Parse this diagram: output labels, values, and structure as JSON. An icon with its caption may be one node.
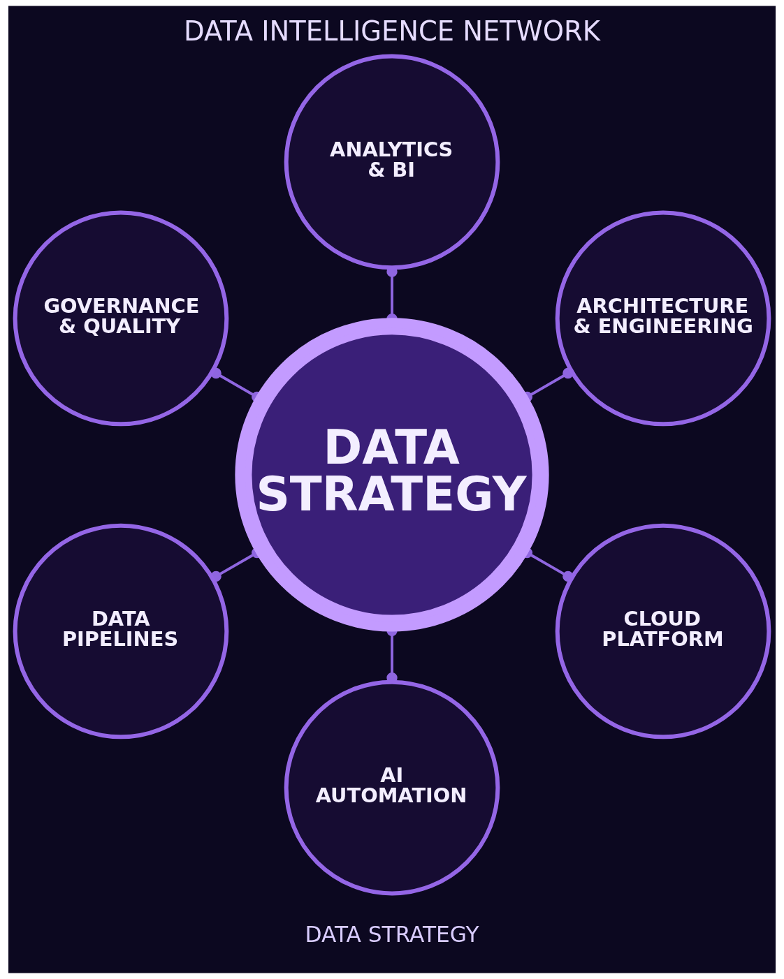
{
  "diagram": {
    "title": "DATA INTELLIGENCE NETWORK",
    "nodes": [
      {
        "text": [
          "ANALYTICS & BI"
        ]
      },
      {
        "text": [
          "GOVERNANCE & QUALITY"
        ]
      },
      {
        "text": [
          "ARCHITECTURE & ENGINEERING"
        ]
      },
      {
        "text": [
          "DATA STRATEGY"
        ]
      },
      {
        "text": [
          "DATA PIPELINES"
        ]
      },
      {
        "text": [
          "CLOUD PLATFORM"
        ]
      },
      {
        "text": [
          "AI AUTOMATION"
        ]
      }
    ],
    "edges": [
      {
        "from": 3,
        "to": 0,
        "arrow": "other"
      },
      {
        "from": 3,
        "to": 2,
        "arrow": "other"
      },
      {
        "from": 3,
        "to": 5,
        "arrow": "other"
      },
      {
        "from": 3,
        "to": 6,
        "arrow": "other"
      },
      {
        "from": 3,
        "to": 4,
        "arrow": "other"
      },
      {
        "from": 3,
        "to": 1,
        "arrow": "other"
      }
    ],
    "labels": [
      "DATA STRATEGY"
    ]
  }
}
